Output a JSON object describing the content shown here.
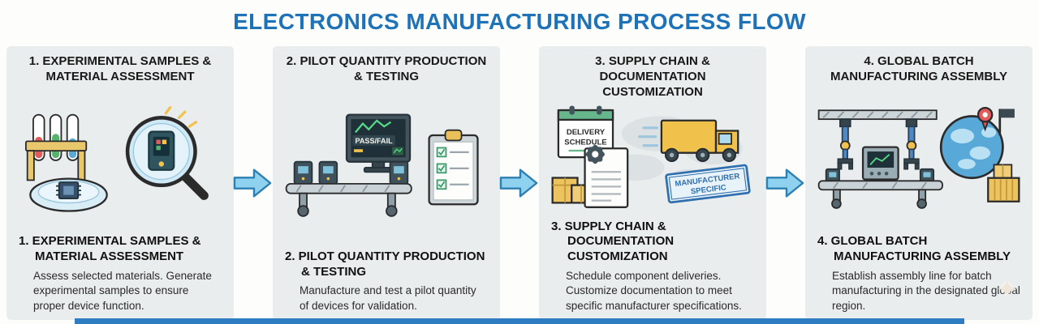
{
  "title": "ELECTRONICS MANUFACTURING PROCESS FLOW",
  "steps": [
    {
      "heading": "1. EXPERIMENTAL SAMPLES & MATERIAL ASSESSMENT",
      "subtitle": "1. EXPERIMENTAL SAMPLES & MATERIAL ASSESSMENT",
      "description": "Assess selected materials. Generate experimental samples to ensure proper device function.",
      "illustration": "test-tubes, magnifier over device, petri dish with chip"
    },
    {
      "heading": "2. PILOT QUANTITY PRODUCTION & TESTING",
      "subtitle": "2. PILOT QUANTITY PRODUCTION & TESTING",
      "description": "Manufacture and test a pilot quantity of devices for validation.",
      "illustration": "conveyor with devices, pass/fail monitor, checklist clipboard",
      "labels": {
        "pass_fail": "PASS/FAIL"
      }
    },
    {
      "heading": "3. SUPPLY CHAIN & DOCUMENTATION CUSTOMIZATION",
      "subtitle": "3. SUPPLY CHAIN & DOCUMENTATION CUSTOMIZATION",
      "description": "Schedule component deliveries. Customize documentation to meet specific manufacturer specifications.",
      "illustration": "delivery schedule calendar, truck, boxes, document with gear, manufacturer stamp",
      "labels": {
        "calendar_line1": "DELIVERY",
        "calendar_line2": "SCHEDULE",
        "stamp_line1": "MANUFACTURER",
        "stamp_line2": "SPECIFIC"
      }
    },
    {
      "heading": "4. GLOBAL BATCH MANUFACTURING ASSEMBLY",
      "subtitle": "4. GLOBAL BATCH MANUFACTURING ASSEMBLY",
      "description": "Establish assembly line for batch manufacturing in the designated global region.",
      "illustration": "robotic assembly line, globe with location pin and flag, containers"
    }
  ],
  "decorations": {
    "sparkle_glyph": "✦"
  },
  "colors": {
    "title_blue": "#1e72b8",
    "panel_background": "#e9edee",
    "arrow_fill": "#8ed2f0",
    "arrow_outline": "#2e7fb2",
    "accent_yellow": "#f0c14b",
    "stamp_blue": "#2f6fae",
    "pass_green": "#57d98a",
    "bottom_bar_blue": "#2e7cc2",
    "heading_text": "#181818",
    "body_text": "#2a2a2a"
  }
}
